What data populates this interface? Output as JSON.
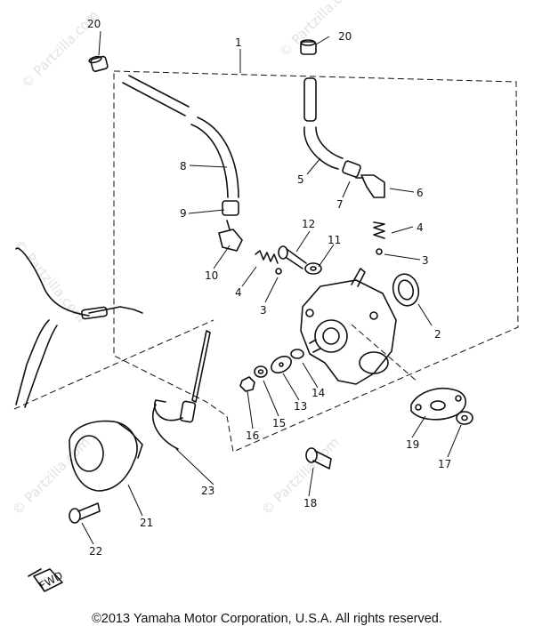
{
  "callouts": [
    "1",
    "2",
    "3",
    "3",
    "4",
    "4",
    "5",
    "6",
    "7",
    "8",
    "9",
    "10",
    "11",
    "12",
    "13",
    "14",
    "15",
    "16",
    "17",
    "18",
    "19",
    "20",
    "20",
    "21",
    "22",
    "23"
  ],
  "watermark": "© Partzilla.com",
  "fwd_label": "FWD",
  "copyright": "©2013 Yamaha Motor Corporation, U.S.A. All rights reserved."
}
